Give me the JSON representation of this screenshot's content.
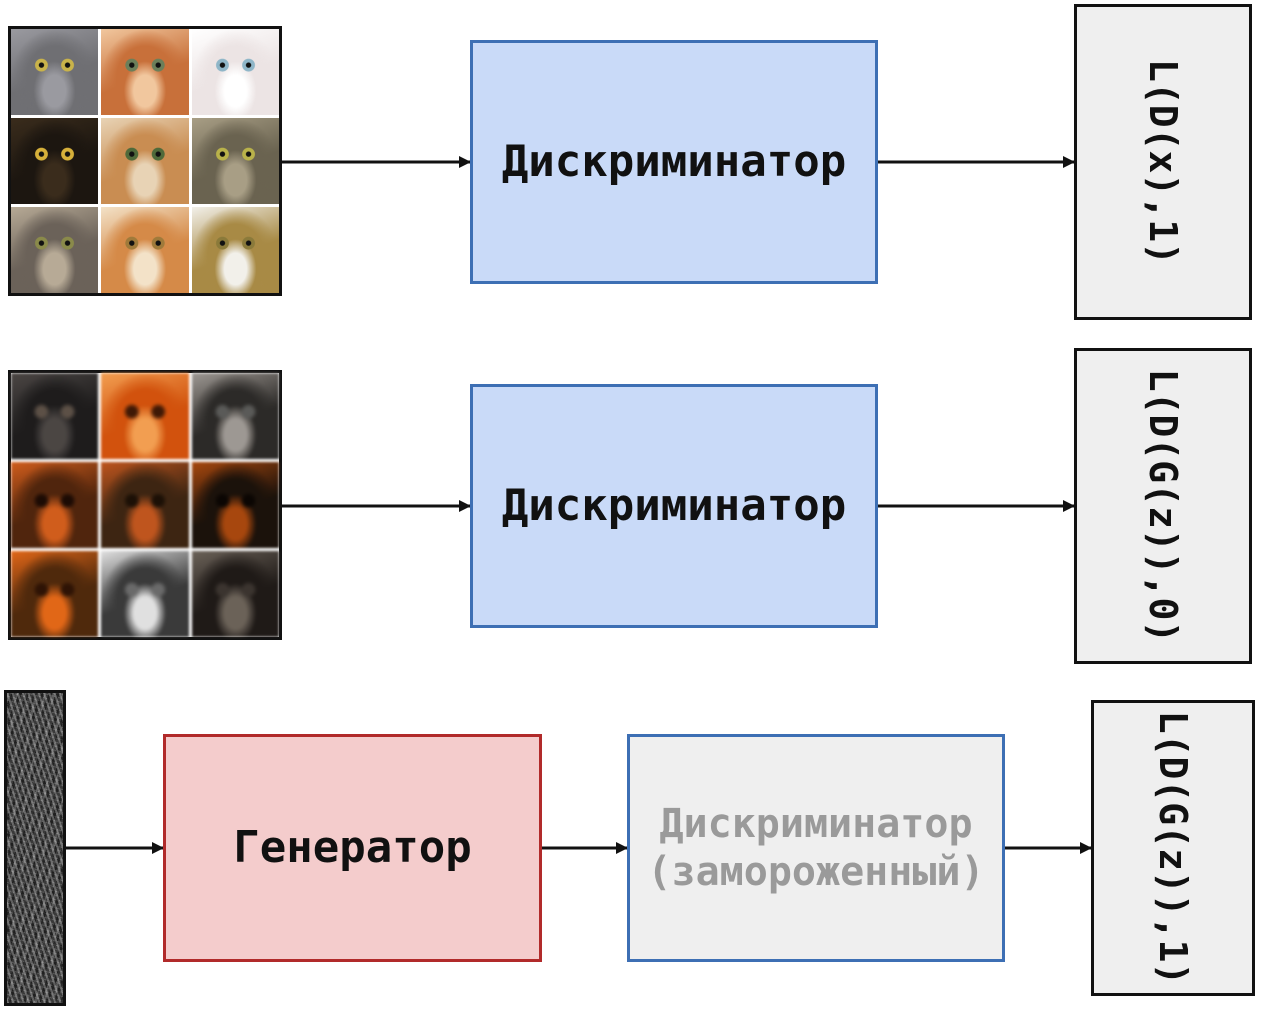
{
  "rows": [
    {
      "discriminator_label": "Дискриминатор",
      "loss_label": "L(D(x),1)",
      "input_images": {
        "kind": "real-cat-photos",
        "tiles": [
          {
            "base": "#6f6f73",
            "accent": "#9a9aa0",
            "eye": "#c9b34a"
          },
          {
            "base": "#c8703a",
            "accent": "#f1c79e",
            "eye": "#6b7f5a"
          },
          {
            "base": "#ece4e4",
            "accent": "#ffffff",
            "eye": "#8fb6c8"
          },
          {
            "base": "#1c1610",
            "accent": "#3a2c1c",
            "eye": "#d6b03a"
          },
          {
            "base": "#c98d52",
            "accent": "#e8d3b5",
            "eye": "#4f6a3a"
          },
          {
            "base": "#6a6350",
            "accent": "#a89e85",
            "eye": "#b9b24a"
          },
          {
            "base": "#6b6259",
            "accent": "#b7aa96",
            "eye": "#8a8a4a"
          },
          {
            "base": "#d58a48",
            "accent": "#f3e2c8",
            "eye": "#a07a3a"
          },
          {
            "base": "#a88a45",
            "accent": "#f2f0ea",
            "eye": "#8b7a3a"
          }
        ]
      }
    },
    {
      "discriminator_label": "Дискриминатор",
      "loss_label": "L(D(G(z)),0)",
      "input_images": {
        "kind": "generated-cat-images",
        "tiles": [
          {
            "base": "#1e1c1c",
            "accent": "#4a4644",
            "eye": "#5a5048"
          },
          {
            "base": "#c0561c",
            "accent": "#e6a060",
            "eye": "#3a1a0a"
          },
          {
            "base": "#2c2a28",
            "accent": "#9c9894",
            "eye": "#5a5a58"
          },
          {
            "base": "#4a2612",
            "accent": "#c0602a",
            "eye": "#1a0c06"
          },
          {
            "base": "#3a2616",
            "accent": "#b0582a",
            "eye": "#1a1008"
          },
          {
            "base": "#1a120c",
            "accent": "#9a4a1a",
            "eye": "#0a0604"
          },
          {
            "base": "#4a2a12",
            "accent": "#d06a28",
            "eye": "#2a1408"
          },
          {
            "base": "#3a3a3a",
            "accent": "#e0e0e0",
            "eye": "#6a6a6a"
          },
          {
            "base": "#1e1a18",
            "accent": "#6a625a",
            "eye": "#3a3430"
          }
        ]
      }
    }
  ],
  "generator_row": {
    "input": "noise-vector",
    "generator_label": "Генератор",
    "frozen_discriminator_label": [
      "Дискриминатор",
      "(замороженный)"
    ],
    "loss_label": "L(D(G(z)),1)"
  },
  "colors": {
    "discriminator_fill": "#c9daf8",
    "discriminator_border": "#3d6fb4",
    "generator_fill": "#f4cccc",
    "generator_border": "#b12a2a",
    "frozen_fill": "#efefef",
    "frozen_text": "#9a9a9a",
    "loss_fill": "#efefef",
    "arrow": "#111111"
  }
}
